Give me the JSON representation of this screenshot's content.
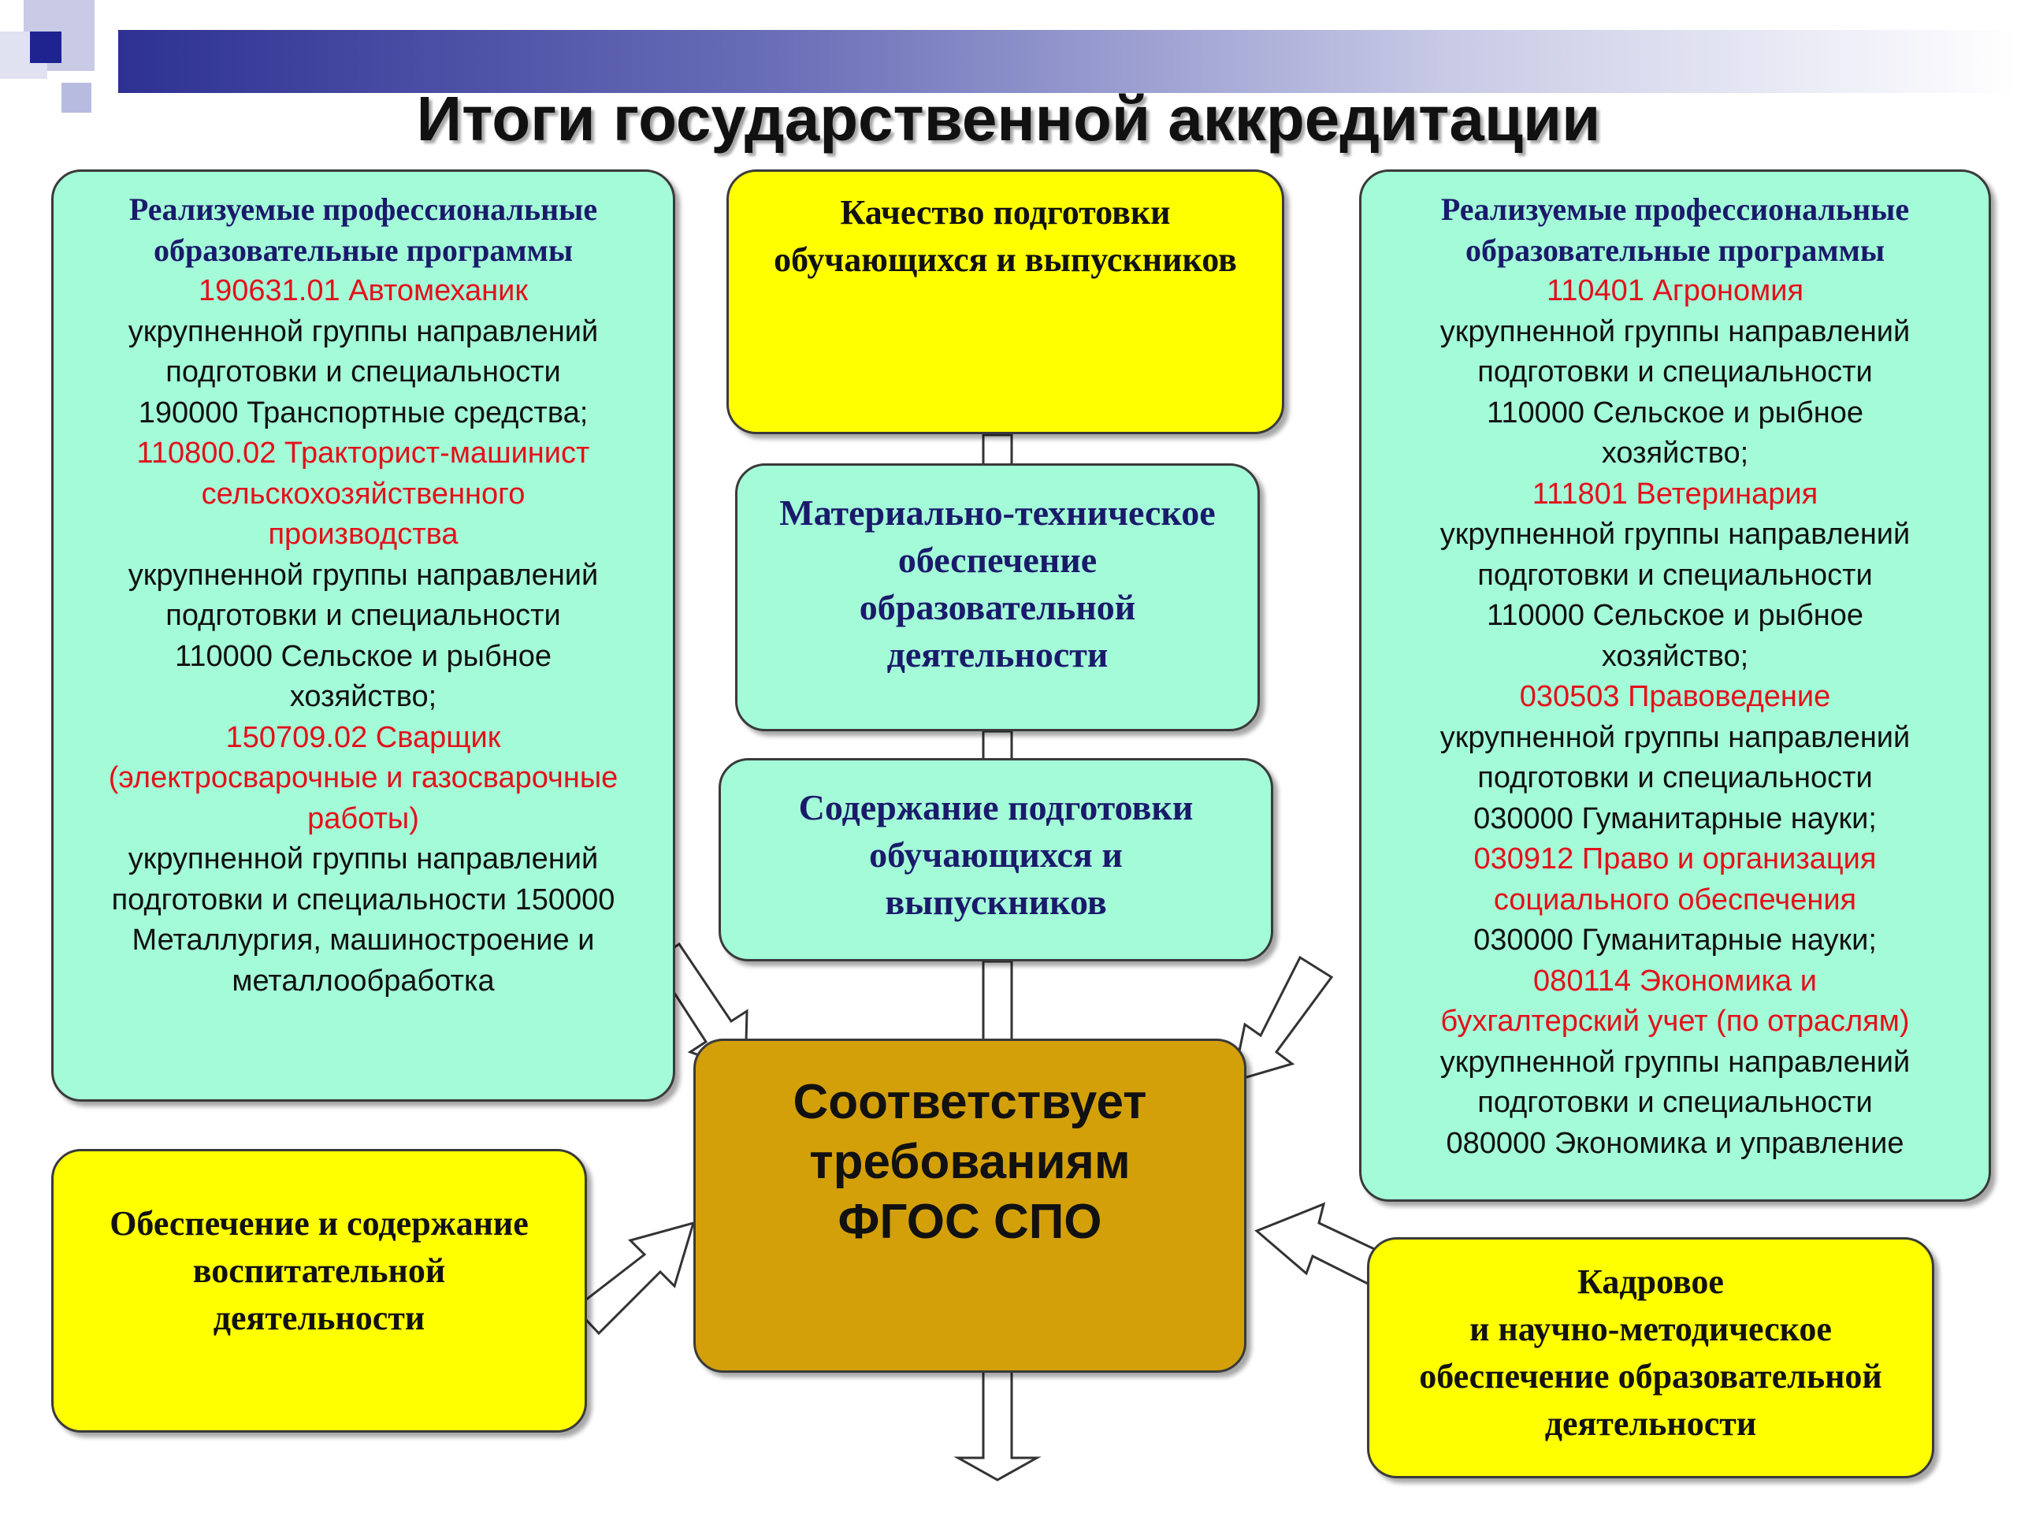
{
  "title": "Итоги государственной аккредитации",
  "left_box": {
    "heading": [
      "Реализуемые  профессиональные",
      "образовательные программы"
    ],
    "lines": [
      {
        "text": "190631.01 Автомеханик",
        "style": "red"
      },
      {
        "text": "укрупненной группы направлений",
        "style": "black"
      },
      {
        "text": "подготовки и специальности",
        "style": "black"
      },
      {
        "text": "190000 Транспортные средства;",
        "style": "black"
      },
      {
        "text": "110800.02 Тракторист-машинист",
        "style": "red"
      },
      {
        "text": "сельскохозяйственного",
        "style": "red"
      },
      {
        "text": "производства",
        "style": "red"
      },
      {
        "text": "укрупненной группы направлений",
        "style": "black"
      },
      {
        "text": "подготовки и специальности",
        "style": "black"
      },
      {
        "text": "110000 Сельское и рыбное",
        "style": "black"
      },
      {
        "text": "хозяйство;",
        "style": "black"
      },
      {
        "text": "150709.02 Сварщик",
        "style": "red"
      },
      {
        "text": "(электросварочные и газосварочные",
        "style": "red"
      },
      {
        "text": "работы)",
        "style": "red"
      },
      {
        "text": "укрупненной группы направлений",
        "style": "black"
      },
      {
        "text": "подготовки и специальности 150000",
        "style": "black"
      },
      {
        "text": "Металлургия, машиностроение и",
        "style": "black"
      },
      {
        "text": "металлообработка",
        "style": "black"
      }
    ]
  },
  "right_box": {
    "heading": [
      "Реализуемые  профессиональные",
      "образовательные программы"
    ],
    "lines": [
      {
        "text": "110401 Агрономия",
        "style": "red"
      },
      {
        "text": "укрупненной группы направлений",
        "style": "black"
      },
      {
        "text": "подготовки и специальности",
        "style": "black"
      },
      {
        "text": "110000 Сельское и рыбное",
        "style": "black"
      },
      {
        "text": "хозяйство;",
        "style": "black"
      },
      {
        "text": "111801 Ветеринария",
        "style": "red"
      },
      {
        "text": "укрупненной группы направлений",
        "style": "black"
      },
      {
        "text": "подготовки и специальности",
        "style": "black"
      },
      {
        "text": "110000 Сельское и рыбное",
        "style": "black"
      },
      {
        "text": "хозяйство;",
        "style": "black"
      },
      {
        "text": "030503 Правоведение",
        "style": "red"
      },
      {
        "text": "укрупненной группы направлений",
        "style": "black"
      },
      {
        "text": "подготовки и специальности",
        "style": "black"
      },
      {
        "text": "030000 Гуманитарные науки;",
        "style": "black"
      },
      {
        "text": "030912 Право и организация",
        "style": "red"
      },
      {
        "text": "социального обеспечения",
        "style": "red"
      },
      {
        "text": "030000 Гуманитарные науки;",
        "style": "black"
      },
      {
        "text": "080114 Экономика и",
        "style": "red"
      },
      {
        "text": "бухгалтерский учет (по отраслям)",
        "style": "red"
      },
      {
        "text": "укрупненной группы направлений",
        "style": "black"
      },
      {
        "text": "подготовки и специальности",
        "style": "black"
      },
      {
        "text": "080000 Экономика и управление",
        "style": "black"
      }
    ]
  },
  "quality_box": {
    "lines": [
      "Качество подготовки",
      "обучающихся и выпускников"
    ]
  },
  "material_box": {
    "lines": [
      "Материально-техническое",
      "обеспечение",
      "образовательной",
      "деятельности"
    ]
  },
  "content_box": {
    "lines": [
      "Содержание подготовки",
      "обучающихся и",
      "выпускников"
    ]
  },
  "result_box": {
    "lines": [
      "Соответствует",
      "требованиям",
      "ФГОС СПО"
    ]
  },
  "education_box": {
    "lines": [
      "Обеспечение и содержание",
      "воспитательной",
      "деятельности"
    ]
  },
  "staff_box": {
    "lines": [
      "Кадровое",
      "и научно-методическое",
      "обеспечение образовательной",
      "деятельности"
    ]
  },
  "colors": {
    "mint": "#a3fbd8",
    "yellow": "#ffff00",
    "gold": "#d4a00a",
    "red": "#e3111a",
    "navy": "#1a1a6b"
  }
}
